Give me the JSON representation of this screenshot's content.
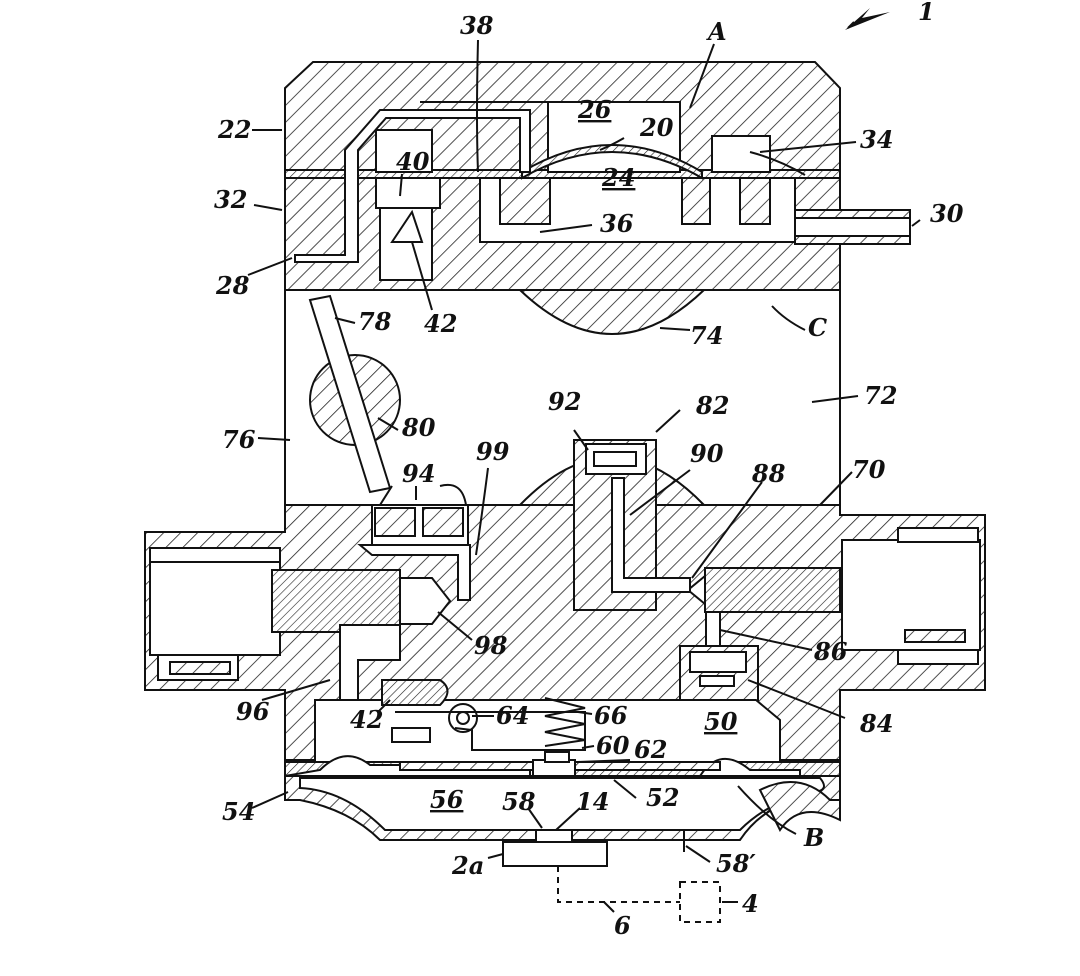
{
  "figure": {
    "labels": {
      "l1": "1",
      "lA": "A",
      "l38": "38",
      "l26": "26",
      "l20": "20",
      "l34": "34",
      "l22": "22",
      "l40": "40",
      "l24": "24",
      "l32": "32",
      "l36": "36",
      "l30": "30",
      "l28": "28",
      "l42a": "42",
      "l78": "78",
      "l74": "74",
      "lC": "C",
      "l92": "92",
      "l82": "82",
      "l72": "72",
      "l80": "80",
      "l76": "76",
      "l90": "90",
      "l88": "88",
      "l70": "70",
      "l94": "94",
      "l99": "99",
      "l98": "98",
      "l86": "86",
      "l96": "96",
      "l42b": "42",
      "l64": "64",
      "l66": "66",
      "l50": "50",
      "l84": "84",
      "l60": "60",
      "l62": "62",
      "l54": "54",
      "l56": "56",
      "l58": "58",
      "l14": "14",
      "l52": "52",
      "lB": "B",
      "l2a": "2a",
      "l58p": "58′",
      "l4": "4",
      "l6": "6"
    },
    "colors": {
      "ink": "#111111",
      "paper": "#ffffff"
    }
  }
}
